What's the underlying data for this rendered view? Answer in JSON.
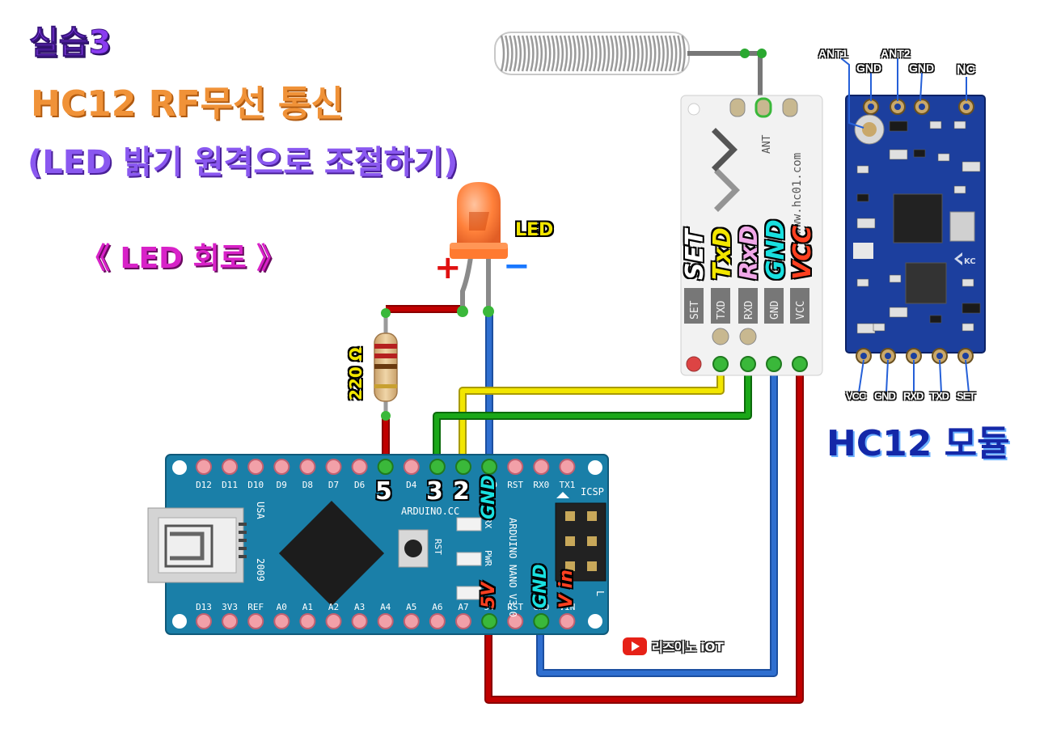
{
  "title": {
    "practice": "실습3",
    "main": "HC12 RF무선 통신",
    "sub": "(LED 밝기 원격으로 조절하기)",
    "section": "《 LED 회로 》"
  },
  "led": {
    "label": "LED",
    "plus": "+",
    "minus": "−"
  },
  "resistor": {
    "label": "220 Ω"
  },
  "arduino": {
    "pin_numbers": [
      "5",
      "3",
      "2"
    ],
    "gnd_label": "GND",
    "fiveV_label": "5V",
    "gnd2_label": "GND",
    "vin_label": "V in",
    "top_pins": [
      "D12",
      "D11",
      "D10",
      "D9",
      "D8",
      "D7",
      "D6",
      "D5",
      "D4",
      "D3",
      "D2",
      "GND",
      "RST",
      "RX0",
      "TX1"
    ],
    "bottom_pins": [
      "D13",
      "3V3",
      "REF",
      "A0",
      "A1",
      "A2",
      "A3",
      "A4",
      "A5",
      "A6",
      "A7",
      "5V",
      "RST",
      "GND",
      "VIN"
    ],
    "silk": {
      "brand": "ARDUINO.CC",
      "model": "ARDUINO NANO V3.0",
      "usa": "USA",
      "year": "2009",
      "icsp": "ICSP",
      "rst": "RST",
      "rx": "RX",
      "pwr": "PWR",
      "l": "L"
    }
  },
  "hc12_board": {
    "pin_labels": [
      "SET",
      "TxD",
      "RxD",
      "GND",
      "VCC"
    ],
    "silk_pins": [
      "SET",
      "TXD",
      "RXD",
      "GND",
      "VCC"
    ],
    "ant": "ANT",
    "url": "www.hc01.com"
  },
  "hc12_module": {
    "top_labels": [
      "ANT1",
      "GND",
      "ANT2",
      "GND",
      "NC"
    ],
    "bottom_labels": [
      "VCC",
      "GND",
      "RXD",
      "TXD",
      "SET"
    ],
    "caption": "HC12 모듈"
  },
  "watermark": {
    "text": "리즈이노 iOT"
  },
  "colors": {
    "arduino_pcb": "#1a7fa8",
    "module_pcb": "#1c3f9e",
    "wire_red": "#c00000",
    "wire_yellow": "#f2e600",
    "wire_green": "#1aa818",
    "wire_blue": "#2f6fd0",
    "led": "#ff7a30"
  }
}
